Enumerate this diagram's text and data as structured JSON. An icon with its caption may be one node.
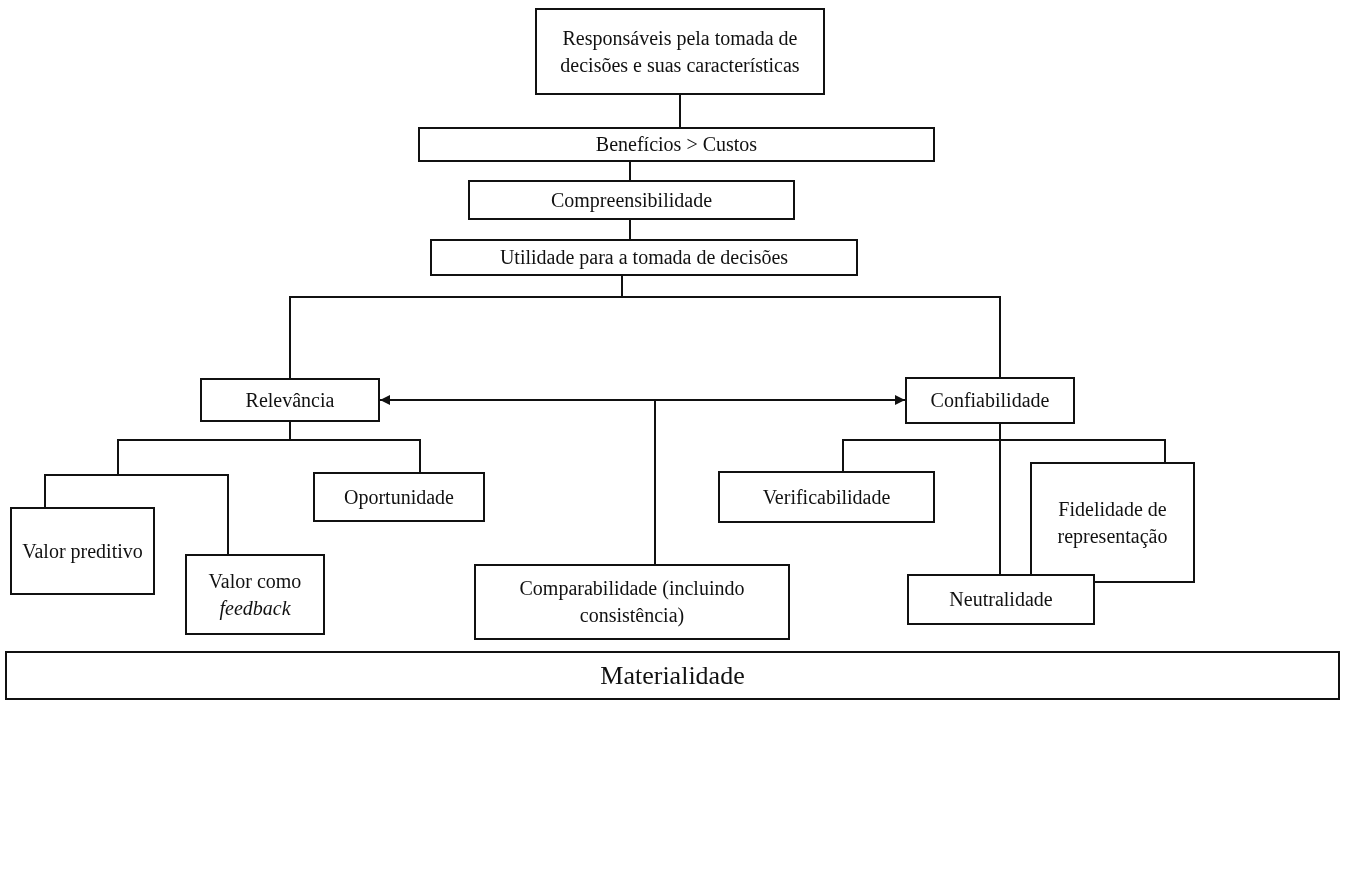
{
  "diagram": {
    "nodes": [
      {
        "text": [
          "Responsáveis pela tomada de decisões e suas características"
        ]
      },
      {
        "text": [
          "Benefícios > Custos"
        ]
      },
      {
        "text": [
          "Compreensibilidade"
        ]
      },
      {
        "text": [
          "Utilidade para a tomada de decisões"
        ]
      },
      {
        "text": [
          "Relevância"
        ]
      },
      {
        "text": [
          "Confiabilidade"
        ]
      },
      {
        "text": [
          "Oportunidade"
        ]
      },
      {
        "text": [
          "Valor preditivo"
        ]
      },
      {
        "text": [
          "Valor como *feedback*"
        ]
      },
      {
        "text": [
          "Comparabilidade (incluindo consistência)"
        ]
      },
      {
        "text": [
          "Verificabilidade"
        ]
      },
      {
        "text": [
          "Fidelidade de representação"
        ]
      },
      {
        "text": [
          "Neutralidade"
        ]
      },
      {
        "text": [
          "Materialidade"
        ]
      }
    ],
    "edges": [
      {
        "from": 0,
        "to": 1,
        "arrow": "none"
      },
      {
        "from": 1,
        "to": 2,
        "arrow": "none"
      },
      {
        "from": 2,
        "to": 3,
        "arrow": "none"
      },
      {
        "from": 3,
        "to": 4,
        "arrow": "none"
      },
      {
        "from": 3,
        "to": 5,
        "arrow": "none"
      },
      {
        "from": 4,
        "to": 5,
        "arrow": "both"
      },
      {
        "from": null,
        "to": 9,
        "arrow": "none"
      },
      {
        "from": 4,
        "to": 6,
        "arrow": "none"
      },
      {
        "from": 4,
        "to": 7,
        "arrow": "none"
      },
      {
        "from": 4,
        "to": 8,
        "arrow": "none"
      },
      {
        "from": 5,
        "to": 10,
        "arrow": "none"
      },
      {
        "from": 5,
        "to": 11,
        "arrow": "none"
      },
      {
        "from": 5,
        "to": 12,
        "arrow": "none"
      }
    ]
  }
}
